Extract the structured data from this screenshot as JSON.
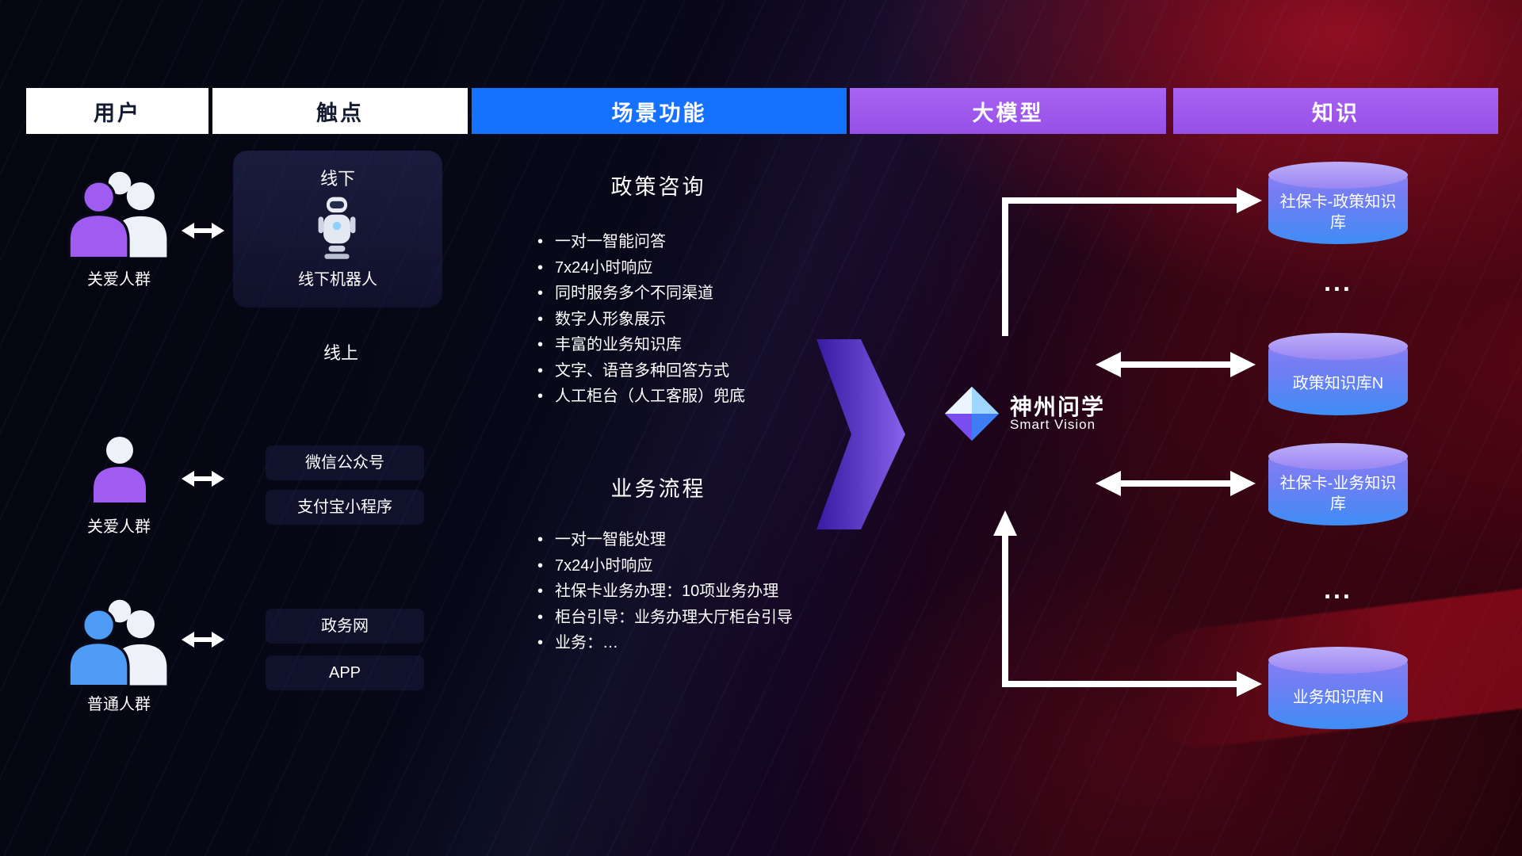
{
  "header": {
    "columns": [
      {
        "label": "用户"
      },
      {
        "label": "触点"
      },
      {
        "label": "场景功能"
      },
      {
        "label": "大模型"
      },
      {
        "label": "知识"
      }
    ]
  },
  "users": [
    {
      "label": "关爱人群",
      "icon": "group-people-purple-icon"
    },
    {
      "label": "关爱人群",
      "icon": "person-purple-icon"
    },
    {
      "label": "普通人群",
      "icon": "group-people-blue-icon"
    }
  ],
  "touchpoints": {
    "offline": {
      "title": "线下",
      "caption": "线下机器人",
      "icon": "robot-icon"
    },
    "online_label": "线上",
    "channels": [
      "微信公众号",
      "支付宝小程序",
      "政务网",
      "APP"
    ]
  },
  "scenarios": [
    {
      "title": "政策咨询",
      "items": [
        "一对一智能问答",
        "7x24小时响应",
        "同时服务多个不同渠道",
        "数字人形象展示",
        "丰富的业务知识库",
        "文字、语音多种回答方式",
        "人工柜台（人工客服）兜底"
      ]
    },
    {
      "title": "业务流程",
      "items": [
        "一对一智能处理",
        "7x24小时响应",
        "社保卡业务办理：10项业务办理",
        "柜台引导：业务办理大厅柜台引导",
        "业务：…"
      ]
    }
  ],
  "model": {
    "name": "神州问学",
    "subtitle": "Smart Vision",
    "icon": "diamond-gem-logo-icon"
  },
  "knowledge": {
    "dbs": [
      {
        "label": "社保卡-政策知识库"
      },
      {
        "label": "政策知识库N"
      },
      {
        "label": "社保卡-业务知识库"
      },
      {
        "label": "业务知识库N"
      }
    ],
    "ellipsis": "..."
  },
  "colors": {
    "header_blue": "#1472ff",
    "header_purple": "#a05cf0",
    "db_top": "#bcaef9",
    "db_body_purple": "#9180f2",
    "db_body_blue": "#3f8df5",
    "flow_arrow_purple": "#6a3ff0",
    "connector_white": "#ffffff",
    "user_purple": "#a05cf0",
    "user_blue": "#4f9cf6",
    "background_red": "#8a0a18"
  }
}
